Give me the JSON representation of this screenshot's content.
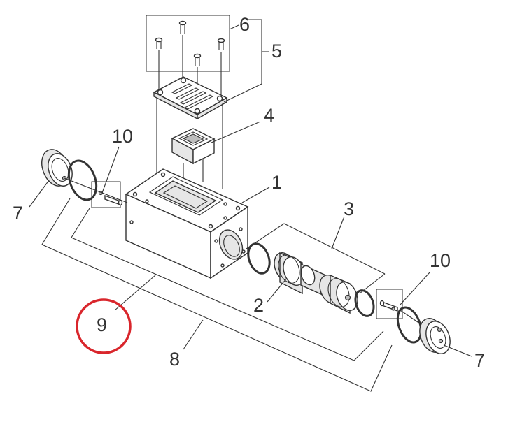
{
  "labels": {
    "l1": "1",
    "l2": "2",
    "l3": "3",
    "l4": "4",
    "l5": "5",
    "l6": "6",
    "l7_left": "7",
    "l7_right": "7",
    "l8": "8",
    "l9": "9",
    "l10_left": "10",
    "l10_right": "10"
  },
  "colors": {
    "line": "#333333",
    "highlight": "#d9262c"
  }
}
